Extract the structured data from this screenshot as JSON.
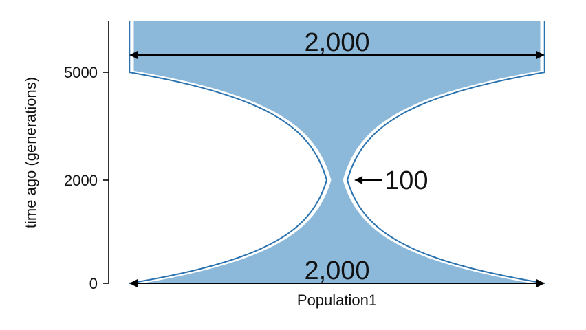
{
  "chart_data": {
    "type": "area",
    "title": "",
    "ylabel": "time ago (generations)",
    "xlabel": "",
    "y_ticks": [
      {
        "value": 0,
        "label": "0"
      },
      {
        "value": 2000,
        "label": "2000"
      },
      {
        "value": 5000,
        "label": "5000"
      }
    ],
    "population_name": "Population1",
    "epochs": [
      {
        "start_time": 0,
        "end_time": 2000,
        "start_size": 2000,
        "end_size": 100,
        "growth": "exponential"
      },
      {
        "start_time": 2000,
        "end_time": 5000,
        "start_size": 100,
        "end_size": 2000,
        "growth": "exponential"
      },
      {
        "start_time": 5000,
        "end_time": null,
        "start_size": 2000,
        "end_size": 2000,
        "growth": "constant"
      }
    ],
    "annotations": [
      {
        "text": "2,000",
        "time": 0
      },
      {
        "text": "100",
        "time": 2000
      },
      {
        "text": "2,000",
        "time": 5000
      }
    ],
    "colors": {
      "fill": "#8cb9da",
      "edge": "#2a73b0",
      "inner_edge": "#ffffff",
      "arrow": "#000000"
    }
  }
}
